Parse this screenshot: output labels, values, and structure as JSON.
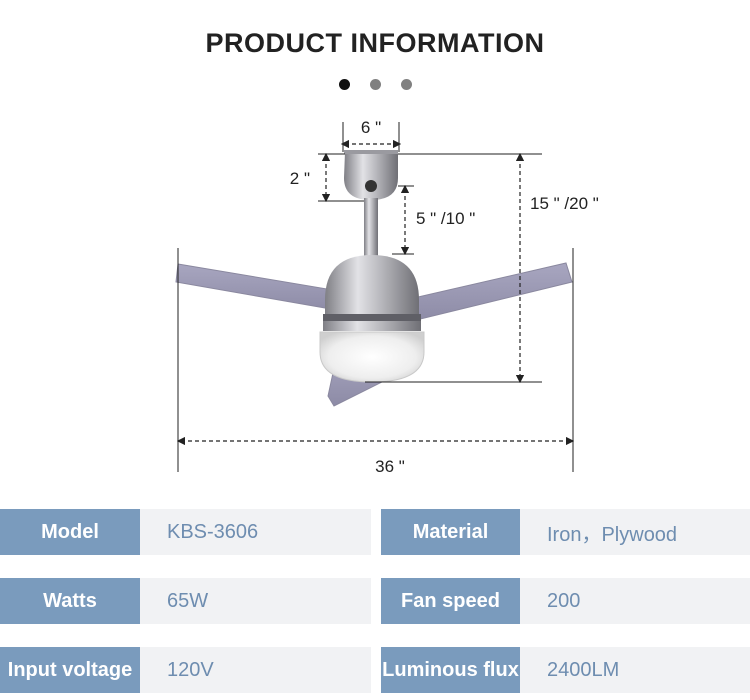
{
  "header": {
    "title": "PRODUCT INFORMATION",
    "carousel_dots": 3,
    "active_dot": 0
  },
  "dimensions": {
    "top_width": "6 \"",
    "canopy_height": "2 \"",
    "downrod": "5 \" /10 \"",
    "total_height": "15 \" /20 \"",
    "span": "36 \""
  },
  "specs": [
    {
      "label": "Model",
      "value": "KBS-3606",
      "label2": "Material",
      "value2": "Iron，Plywood"
    },
    {
      "label": "Watts",
      "value": "65W",
      "label2": "Fan speed",
      "value2": "200"
    },
    {
      "label": "Input voltage",
      "value": "120V",
      "label2": "Luminous flux",
      "value2": "2400LM"
    }
  ],
  "colors": {
    "label_bg": "#7a9bbd",
    "value_bg": "#f1f2f4",
    "value_text": "#6e8db0"
  }
}
